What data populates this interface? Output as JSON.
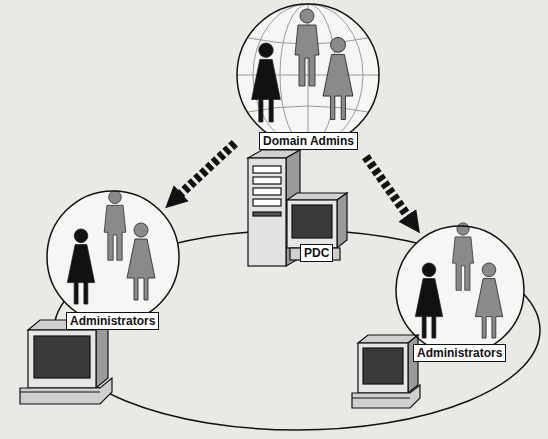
{
  "diagram": {
    "nodes": [
      {
        "text": [
          "Domain Admins"
        ]
      },
      {
        "text": [
          "PDC"
        ]
      },
      {
        "text": [
          "Administrators"
        ]
      },
      {
        "text": [
          "Administrators"
        ]
      }
    ],
    "edges": [
      {
        "from": 0,
        "to": 2,
        "arrow": "to"
      },
      {
        "from": 0,
        "to": 3,
        "arrow": "to"
      }
    ]
  }
}
